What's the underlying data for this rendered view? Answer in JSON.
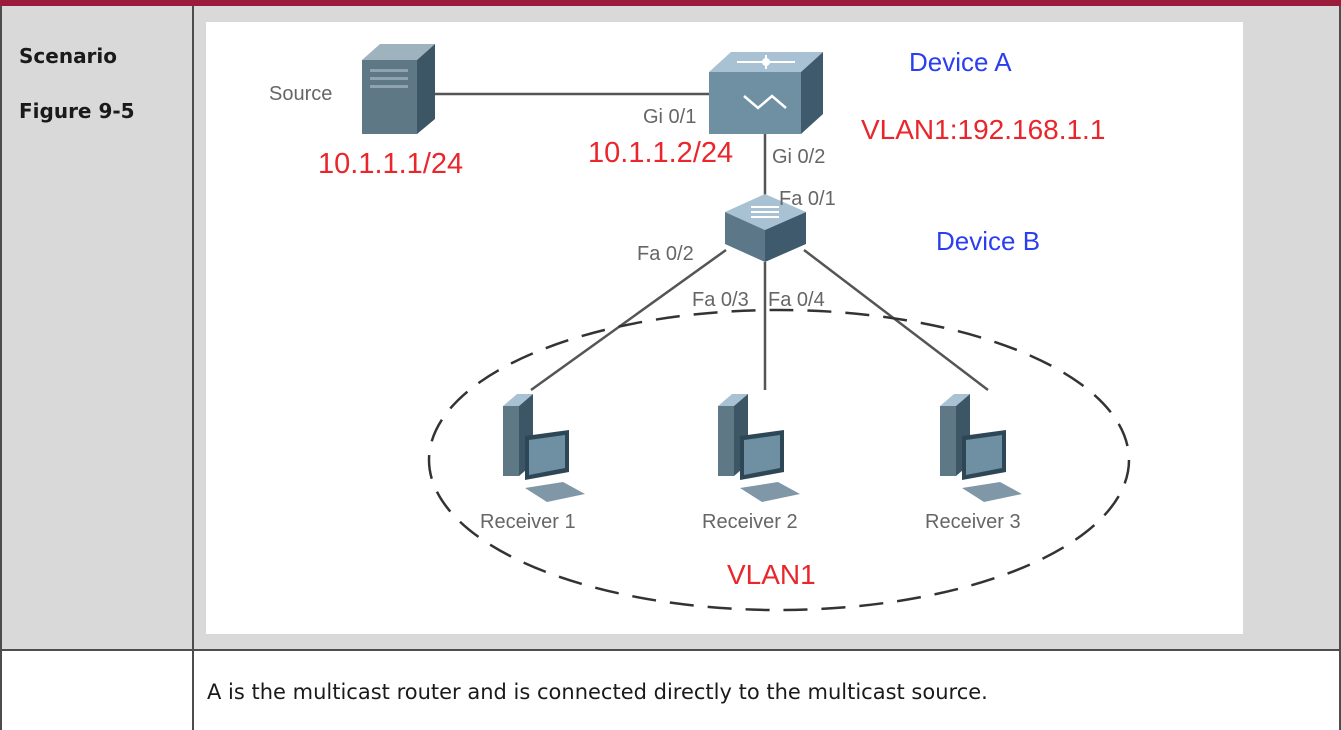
{
  "row_header": {
    "scenario": "Scenario",
    "figure": "Figure 9-5"
  },
  "diagram": {
    "source_label": "Source",
    "source_ip": "10.1.1.1/24",
    "device_a_name": "Device A",
    "device_a_ip": "10.1.1.2/24",
    "device_a_vlan_ip": "VLAN1:192.168.1.1",
    "device_b_name": "Device B",
    "port_gi01": "Gi 0/1",
    "port_gi02": "Gi 0/2",
    "port_fa01": "Fa 0/1",
    "port_fa02": "Fa 0/2",
    "port_fa03": "Fa 0/3",
    "port_fa04": "Fa 0/4",
    "receiver_1": "Receiver 1",
    "receiver_2": "Receiver 2",
    "receiver_3": "Receiver 3",
    "vlan_label": "VLAN1",
    "colors": {
      "ip_red": "#e8262b",
      "device_blue": "#2b3ff0",
      "device_body": "#6f8fa3",
      "line": "#555555"
    }
  },
  "description": "A is the multicast router and is connected directly to the multicast source."
}
